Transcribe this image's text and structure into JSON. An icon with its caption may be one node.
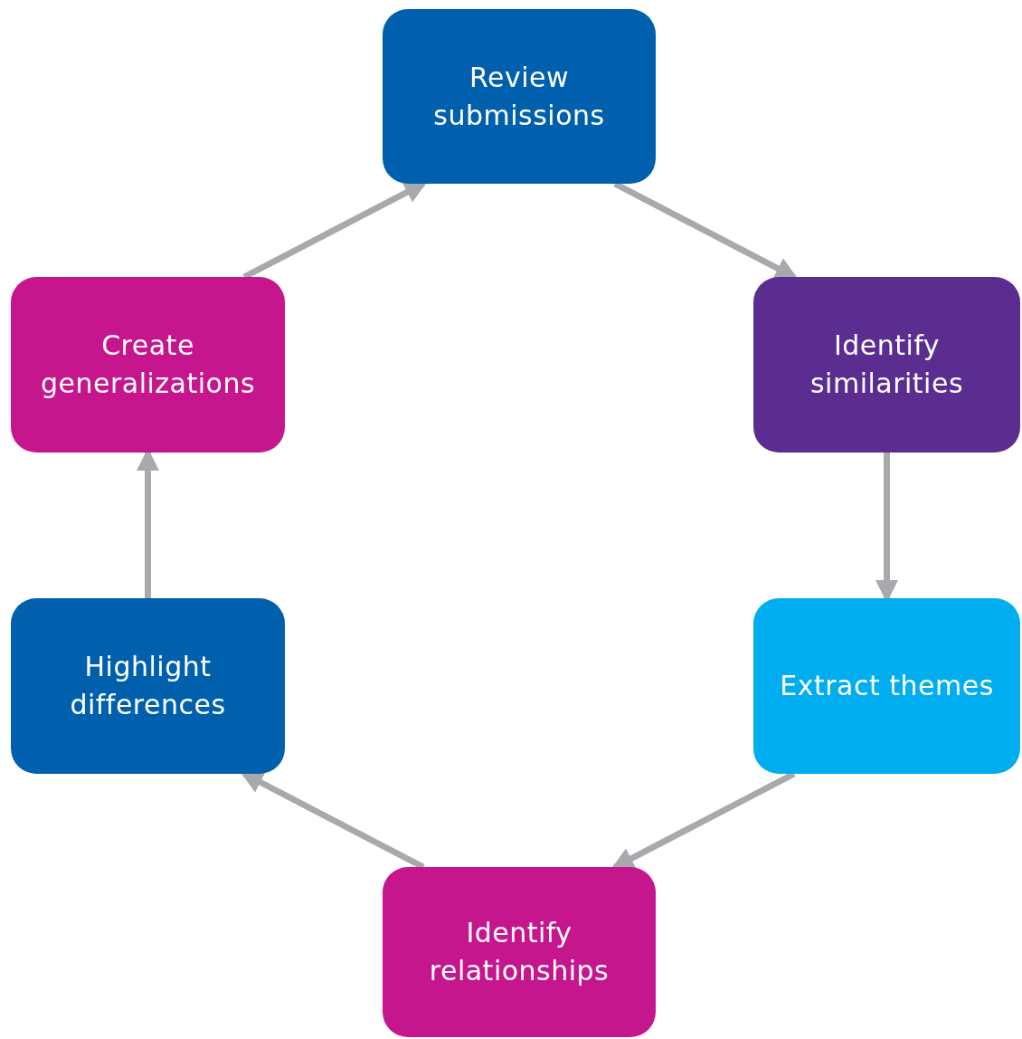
{
  "diagram": {
    "nodes": [
      {
        "text": [
          "Review submissions"
        ]
      },
      {
        "text": [
          "Identify similarities"
        ]
      },
      {
        "text": [
          "Extract themes"
        ]
      },
      {
        "text": [
          "Identify relationships"
        ]
      },
      {
        "text": [
          "Highlight differences"
        ]
      },
      {
        "text": [
          "Create generalizations"
        ]
      }
    ],
    "edges": [
      {
        "from": 0,
        "to": 1,
        "arrow": "to"
      },
      {
        "from": 1,
        "to": 2,
        "arrow": "to"
      },
      {
        "from": 2,
        "to": 3,
        "arrow": "to"
      },
      {
        "from": 3,
        "to": 4,
        "arrow": "to"
      },
      {
        "from": 4,
        "to": 5,
        "arrow": "to"
      },
      {
        "from": 5,
        "to": 0,
        "arrow": "to"
      }
    ]
  }
}
